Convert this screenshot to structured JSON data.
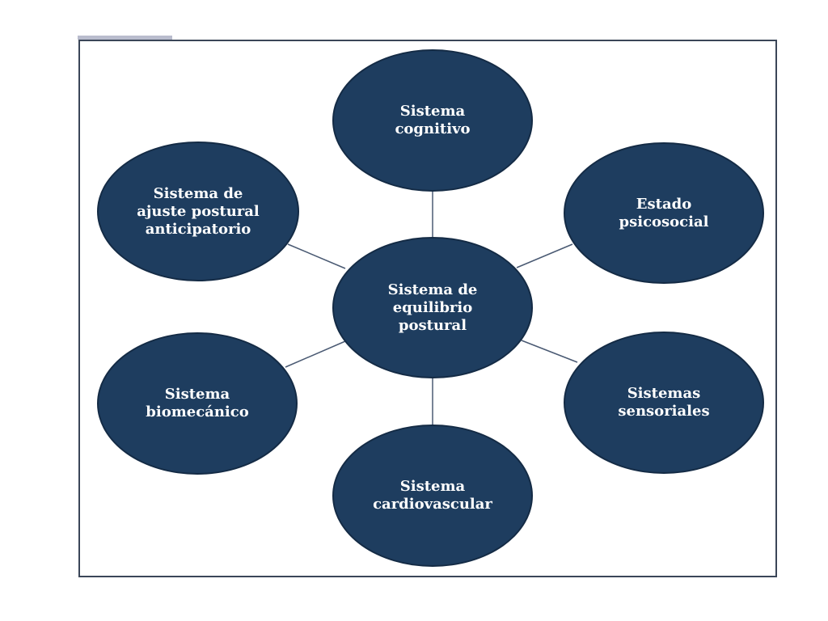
{
  "diagram": {
    "colors": {
      "node_fill": "#1e3d5f",
      "node_text": "#ffffff",
      "connector": "#4a5a73",
      "frame_border": "#3b4658",
      "accent_bar": "#b9bccd"
    },
    "center": {
      "label": "Sistema de\nequilibrio\npostural"
    },
    "nodes": {
      "cognitivo": {
        "label": "Sistema\ncognitivo"
      },
      "psicosocial": {
        "label": "Estado\npsicosocial"
      },
      "sensoriales": {
        "label": "Sistemas\nsensoriales"
      },
      "cardiovascular": {
        "label": "Sistema\ncardiovascular"
      },
      "biomecanico": {
        "label": "Sistema\nbiomecánico"
      },
      "ajuste": {
        "label": "Sistema de\najuste postural\nanticipatorio"
      }
    }
  }
}
